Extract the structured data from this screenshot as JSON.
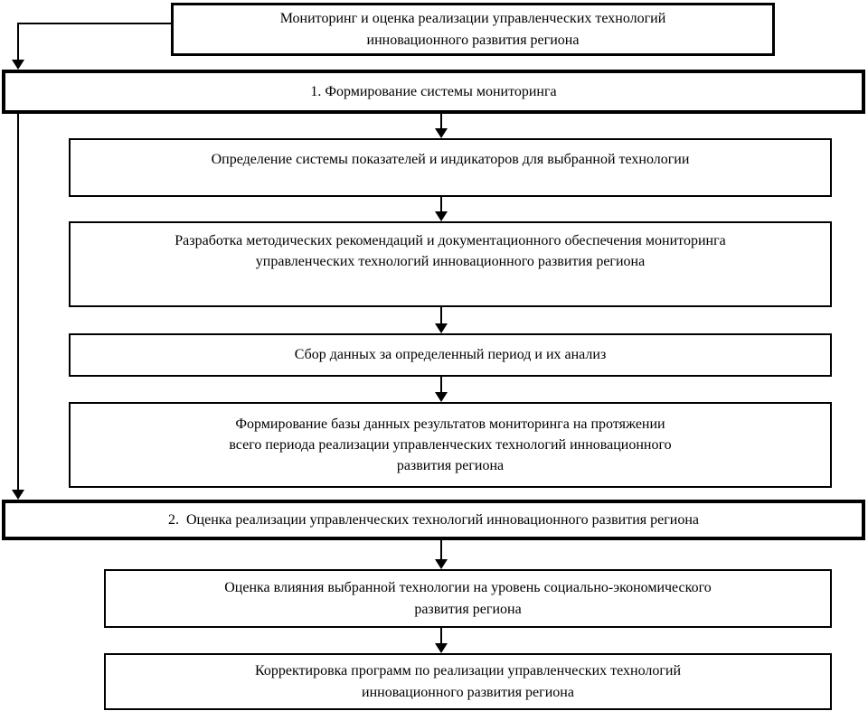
{
  "diagram": {
    "colors": {
      "border": "#000000",
      "background": "#ffffff",
      "text": "#000000"
    },
    "title_box": {
      "text": "Мониторинг и оценка реализации управленческих технологий\nинновационного развития региона"
    },
    "stage1_bar": {
      "text": "1. Формирование системы мониторинга"
    },
    "stage1_steps": [
      {
        "text": "Определение системы показателей и индикаторов для выбранной технологии"
      },
      {
        "text": "Разработка методических рекомендаций и документационного обеспечения мониторинга\nуправленческих технологий инновационного развития региона"
      },
      {
        "text": "Сбор данных за определенный период и их анализ"
      },
      {
        "text": "Формирование базы данных результатов мониторинга на протяжении\nвсего периода реализации управленческих технологий инновационного\nразвития региона"
      }
    ],
    "stage2_bar": {
      "text": "2.  Оценка реализации управленческих технологий инновационного развития региона"
    },
    "stage2_steps": [
      {
        "text": "Оценка влияния выбранной технологии на уровень социально-экономического\nразвития региона"
      },
      {
        "text": "Корректировка программ по реализации управленческих технологий\nинновационного развития региона"
      }
    ]
  }
}
